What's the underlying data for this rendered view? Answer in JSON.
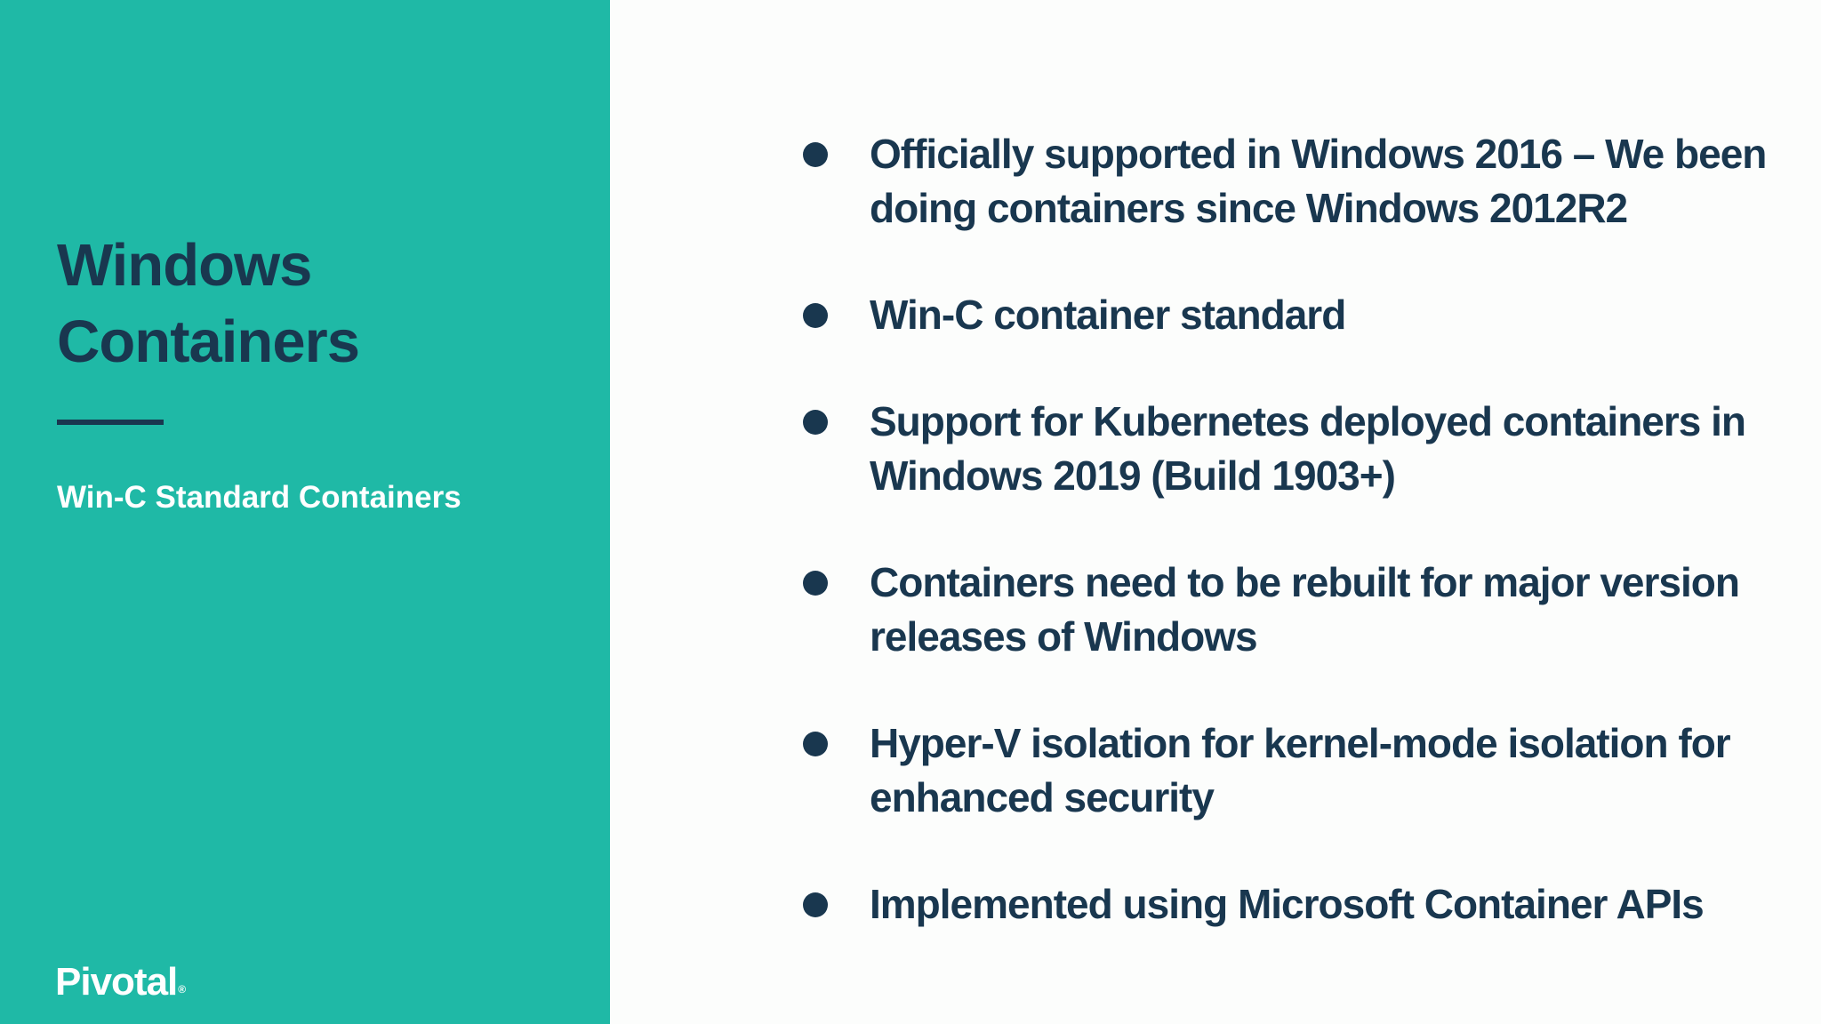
{
  "slide": {
    "title": "Windows\nContainers",
    "subtitle": "Win-C Standard Containers",
    "logo": {
      "text": "Pivotal",
      "mark": "®"
    },
    "bullets": [
      "Officially supported in Windows 2016 – We been\ndoing containers since Windows 2012R2",
      "Win-C container standard",
      "Support for Kubernetes deployed containers in\nWindows 2019 (Build 1903+)",
      "Containers need to be rebuilt for major version\nreleases of Windows",
      "Hyper-V isolation for kernel-mode isolation for\nenhanced security",
      "Implemented using Microsoft Container APIs"
    ],
    "colors": {
      "teal": "#1FB9A6",
      "navy": "#19374F",
      "white": "#FFFFFF"
    }
  }
}
